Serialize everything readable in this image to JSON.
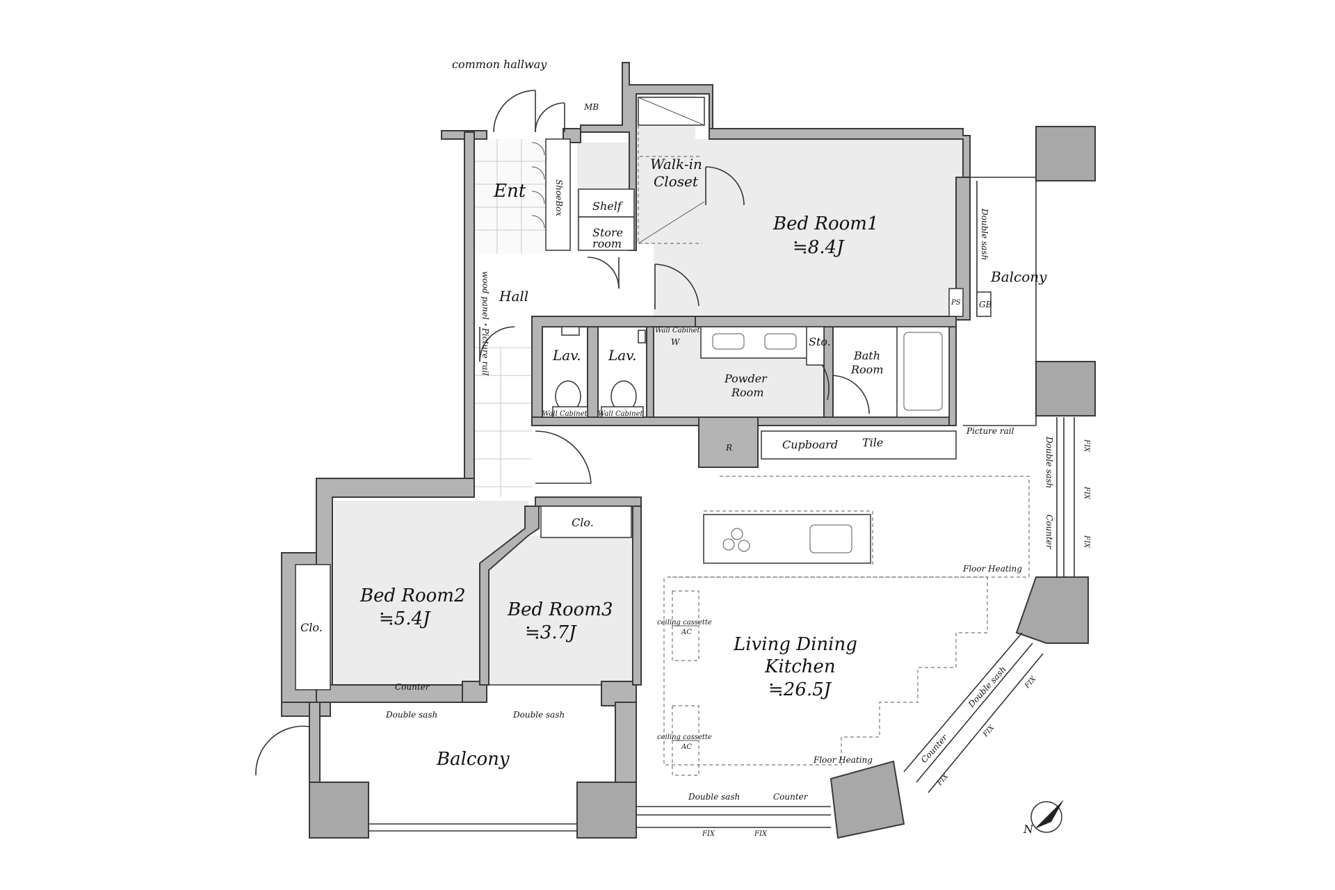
{
  "rooms": {
    "common_hallway": "common hallway",
    "mb": "MB",
    "ent": "Ent",
    "shoebox": "ShoeBox",
    "shelf": "Shelf",
    "store_room_1": "Store",
    "store_room_2": "room",
    "walk_in_1": "Walk-in",
    "walk_in_2": "Closet",
    "bed1": "Bed Room1",
    "bed1_size": "≒8.4J",
    "double_sash_bed1": "Double sash",
    "balcony_right": "Balcony",
    "ps": "PS",
    "gb": "GB",
    "hall": "Hall",
    "wood_panel": "wood panel・Picture rail",
    "lav1": "Lav.",
    "lav2": "Lav.",
    "wall_cabinet_1": "Wall Cabinet",
    "wall_cabinet_2": "Wall Cabinet",
    "wall_cabinet_3": "Wall Cabinet",
    "w": "W",
    "sto": "Sto.",
    "powder_1": "Powder",
    "powder_2": "Room",
    "bath_1": "Bath",
    "bath_2": "Room",
    "r": "R",
    "cupboard": "Cupboard",
    "tile": "Tile",
    "picture_rail": "Picture rail",
    "double_sash_ldk": "Double sash",
    "counter_ldk": "Counter",
    "fix_a": "FIX",
    "fix_b": "FIX",
    "fix_c": "FIX",
    "clo_top": "Clo.",
    "clo_left": "Clo.",
    "bed2": "Bed Room2",
    "bed2_size": "≒5.4J",
    "bed3": "Bed Room3",
    "bed3_size": "≒3.7J",
    "floor_heating_1": "Floor Heating",
    "floor_heating_2": "Floor Heating",
    "ceiling_ac_1a": "ceiling cassette",
    "ceiling_ac_1b": "AC",
    "ceiling_ac_2a": "ceiling cassette",
    "ceiling_ac_2b": "AC",
    "ldk_1": "Living Dining",
    "ldk_2": "Kitchen",
    "ldk_size": "≒26.5J",
    "counter_bed": "Counter",
    "double_sash_bed2": "Double sash",
    "double_sash_bed3": "Double sash",
    "balcony_bottom": "Balcony",
    "double_sash_bottom": "Double sash",
    "counter_bottom": "Counter",
    "fix_bottom_1": "FIX",
    "fix_bottom_2": "FIX",
    "counter_diag": "Counter",
    "double_sash_diag": "Double sash",
    "fix_diag_1": "FIX",
    "fix_diag_2": "FIX",
    "fix_diag_3": "FIX",
    "north": "N"
  }
}
